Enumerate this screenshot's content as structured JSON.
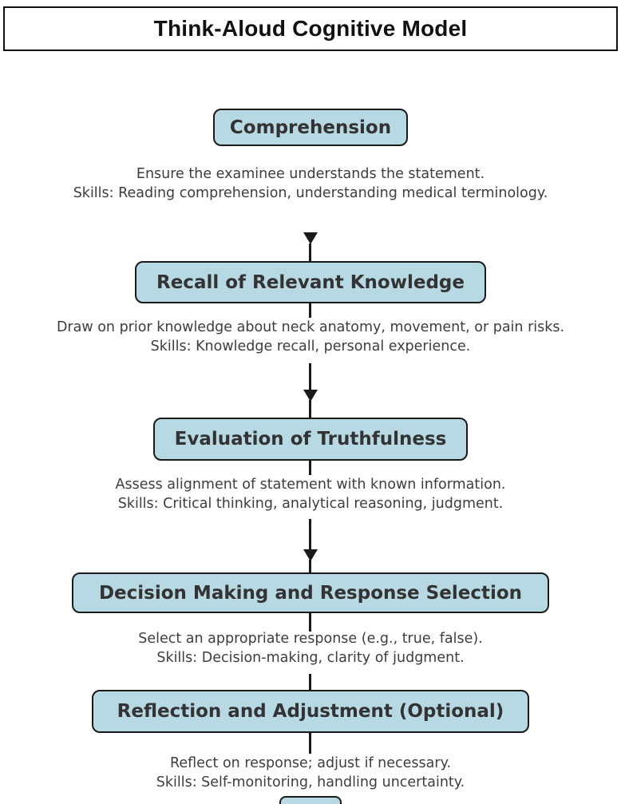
{
  "title": "Think-Aloud Cognitive Model",
  "colors": {
    "node_fill": "#b7d9e3",
    "node_border": "#1a1a1a",
    "arrow": "#1a1a1a",
    "node_text": "#333333",
    "description_text": "#3d3d3d",
    "background": "#ffffff"
  },
  "stages": [
    {
      "label": "Comprehension",
      "desc_line1": "Ensure the examinee understands the statement.",
      "desc_line2": "Skills: Reading comprehension, understanding medical terminology."
    },
    {
      "label": "Recall of Relevant Knowledge",
      "desc_line1": "Draw on prior knowledge about neck anatomy, movement, or pain risks.",
      "desc_line2": "Skills: Knowledge recall, personal experience."
    },
    {
      "label": "Evaluation of Truthfulness",
      "desc_line1": "Assess alignment of statement with known information.",
      "desc_line2": "Skills: Critical thinking, analytical reasoning, judgment."
    },
    {
      "label": "Decision Making and Response Selection",
      "desc_line1": "Select an appropriate response (e.g., true, false).",
      "desc_line2": "Skills: Decision-making, clarity of judgment."
    },
    {
      "label": "Reflection and Adjustment (Optional)",
      "desc_line1": "Reflect on response; adjust if necessary.",
      "desc_line2": "Skills: Self-monitoring, handling uncertainty."
    }
  ]
}
